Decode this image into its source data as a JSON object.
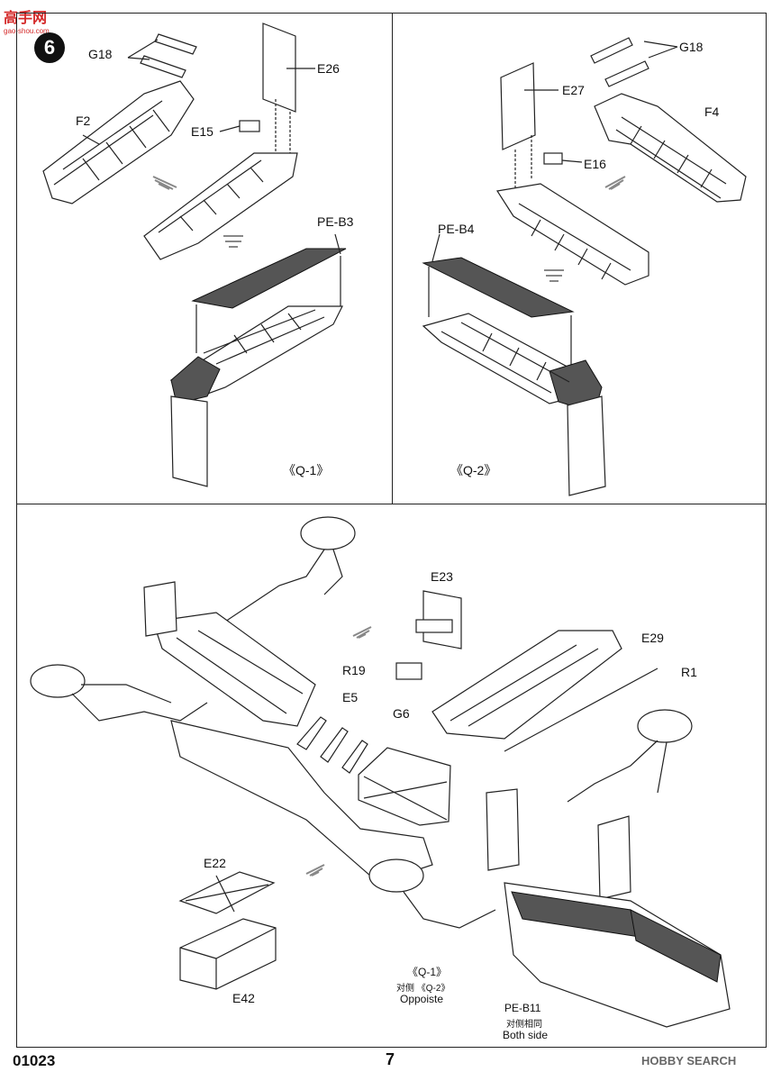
{
  "watermark": {
    "logo_text": "高手网",
    "logo_sub": "gao-shou.com"
  },
  "step_number": "6",
  "panel_q1": {
    "labels": [
      "G18",
      "F2",
      "E26",
      "E15",
      "PE-B3"
    ],
    "caption": "《Q-1》"
  },
  "panel_q2": {
    "labels": [
      "G18",
      "E27",
      "F4",
      "E16",
      "PE-B4"
    ],
    "caption": "《Q-2》"
  },
  "main_panel": {
    "labels": [
      "E23",
      "E29",
      "R19",
      "R1",
      "E5",
      "G6",
      "E22",
      "E42"
    ],
    "ref_q": "《Q-1》",
    "ref_q_alt_prefix": "对侧",
    "ref_q_alt": "《Q-2》",
    "ref_opposite": "Oppoiste",
    "pe_b11": "PE-B11",
    "pe_b11_cn": "对侧相同",
    "pe_b11_en": "Both side"
  },
  "footer": {
    "code": "01023",
    "page": "7",
    "brand": "HOBBY SEARCH"
  }
}
